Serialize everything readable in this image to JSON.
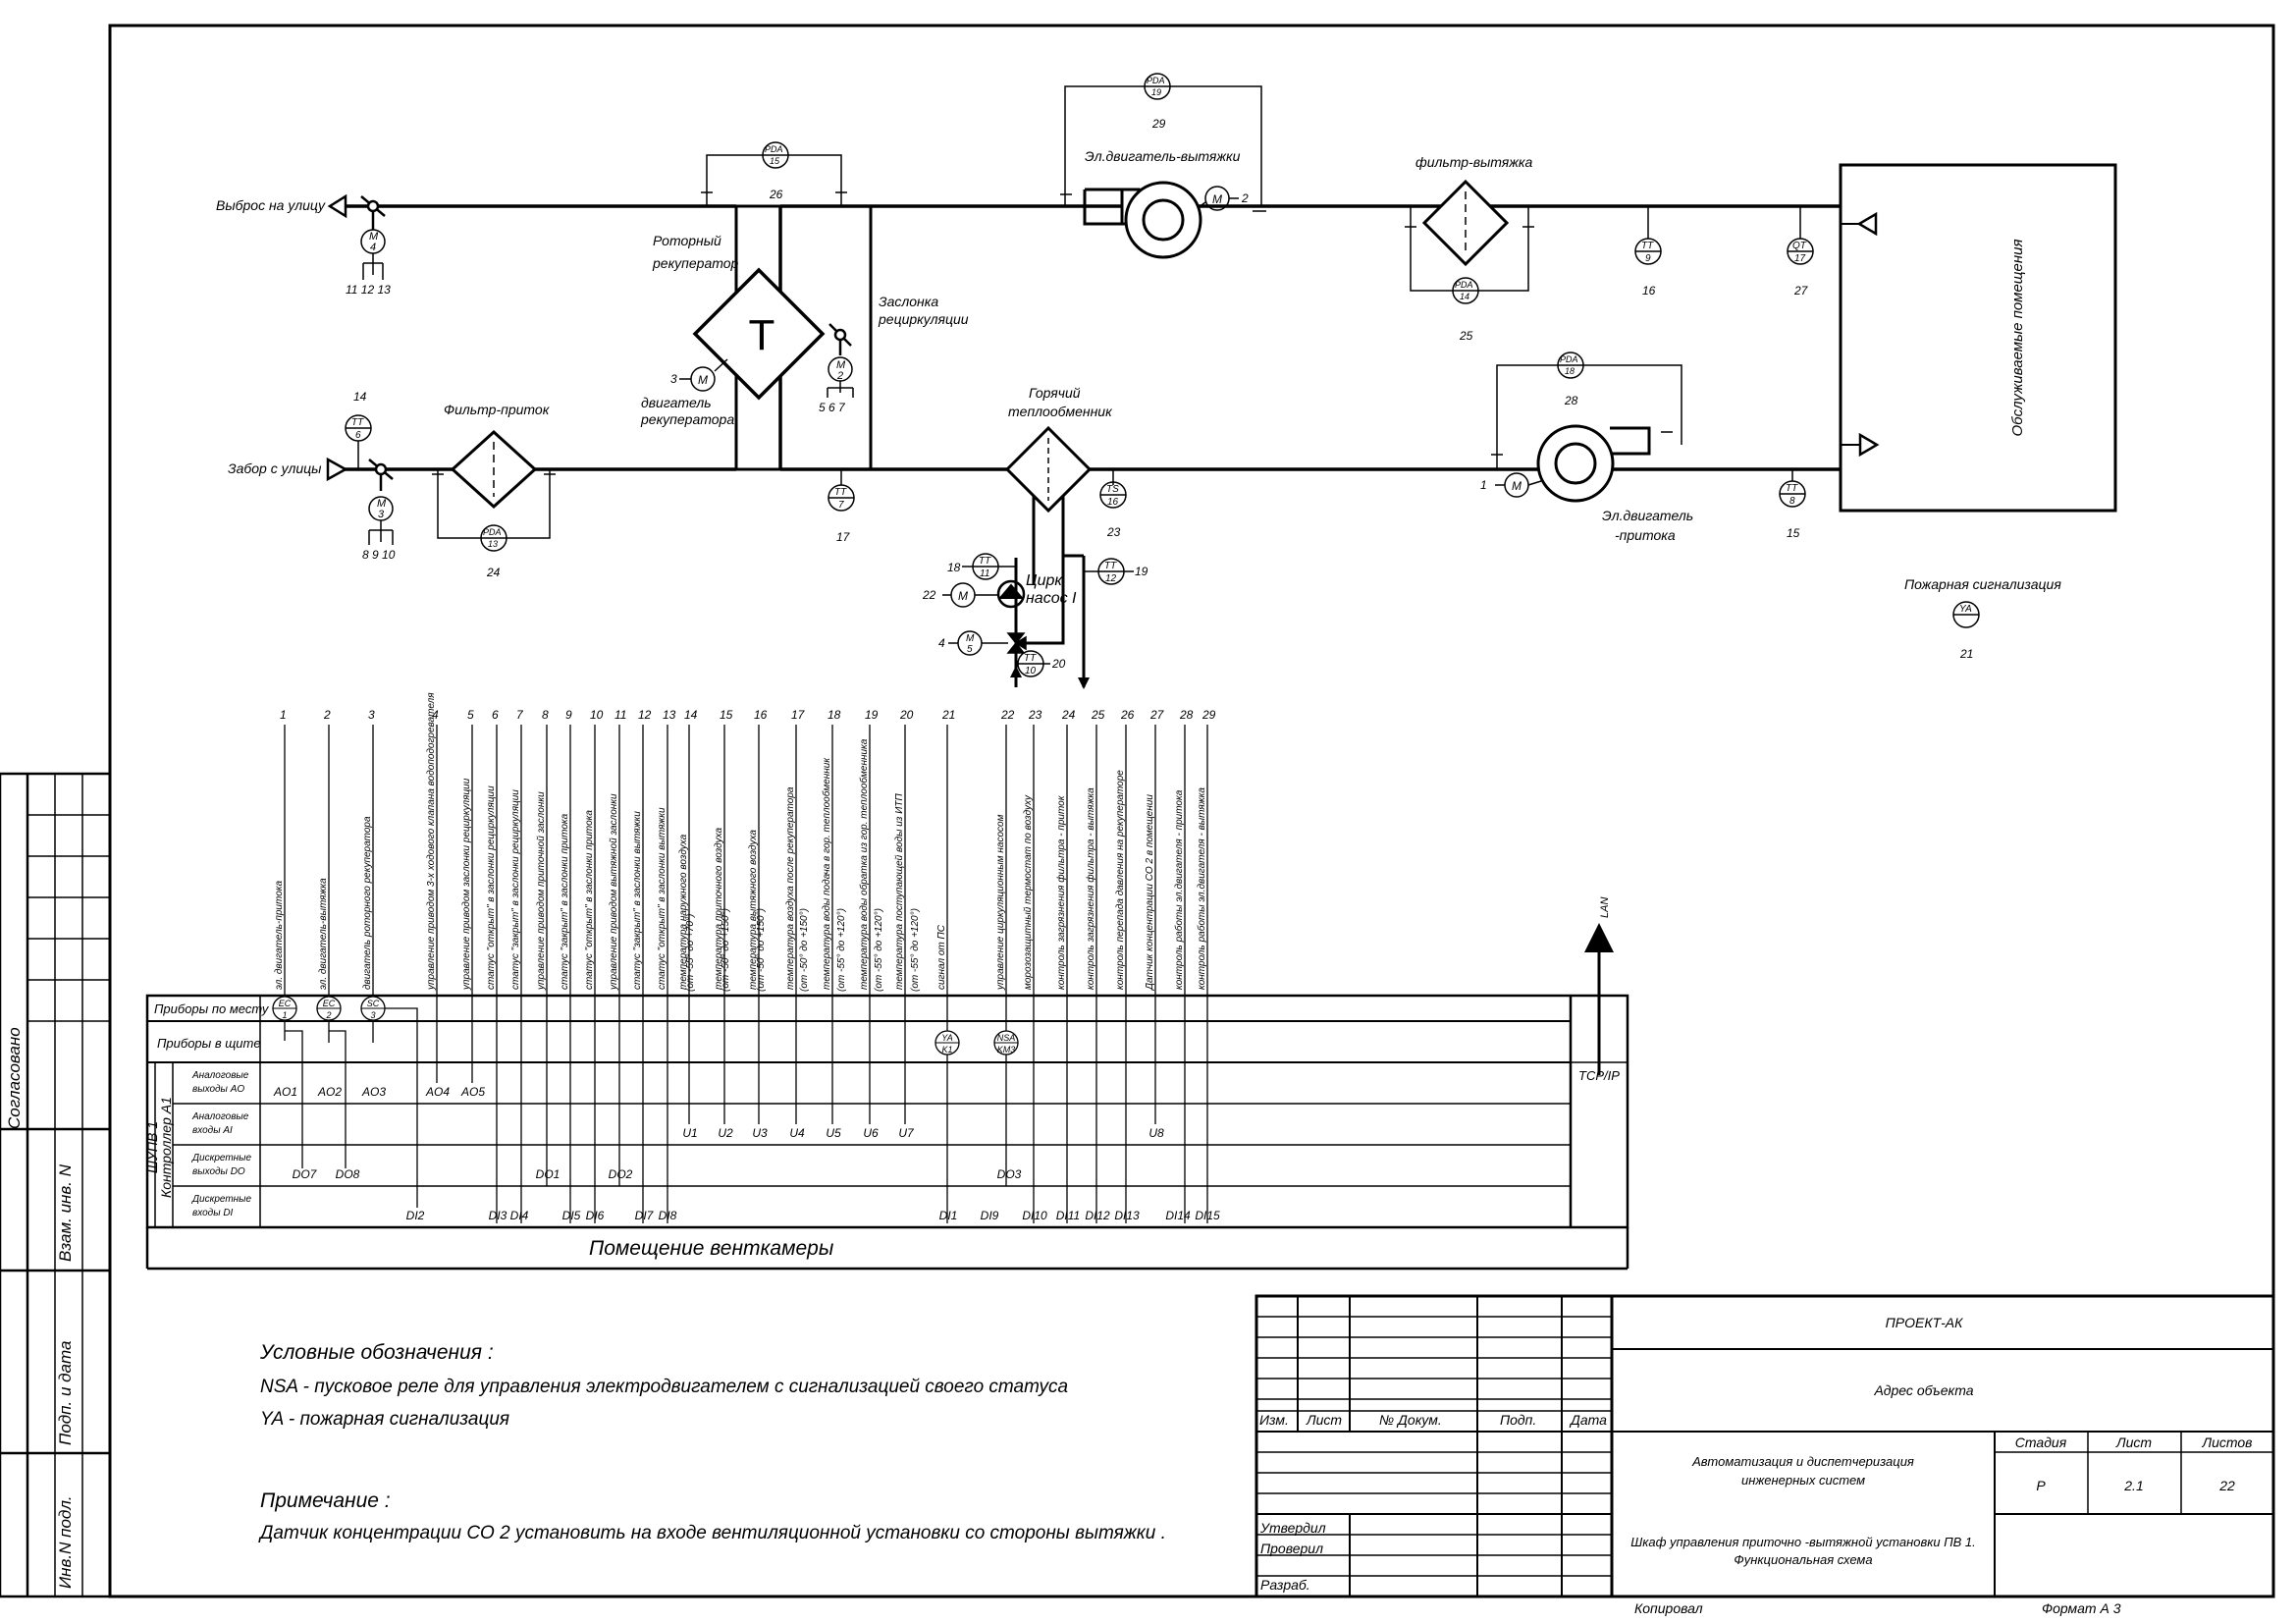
{
  "labels": {
    "exhaust_outside": "Выброс на улицу",
    "intake_outside": "Забор с улицы",
    "filter_supply": "Фильтр-приток",
    "rotary_recuperator": [
      "Роторный",
      "рекуператор"
    ],
    "recuperator_motor": [
      "двигатель",
      "рекуператора"
    ],
    "recirc_damper": [
      "Заслонка",
      "рециркуляции"
    ],
    "exhaust_motor": "Эл.двигатель-вытяжки",
    "filter_exhaust": "фильтр-вытяжка",
    "hot_exchanger": [
      "Горячий",
      "теплообменник"
    ],
    "circ_pump": [
      "Цирк.",
      "насос I"
    ],
    "supply_motor": [
      "Эл.двигатель",
      "-притока"
    ],
    "served_room": "Обслуживаемые помещения",
    "fire_alarm": "Пожарная сигнализация",
    "room_ventchamber": "Помещение  венткамеры",
    "lan": "LAN",
    "tcpip": "TCP/IP",
    "recuperator_symbol": "T"
  },
  "instruments": {
    "pda19": [
      "PDA",
      "19"
    ],
    "pda19_n": "29",
    "pda15": [
      "PDA",
      "15"
    ],
    "pda15_n": "26",
    "pda14": [
      "PDA",
      "14"
    ],
    "pda14_n": "25",
    "pda13": [
      "PDA",
      "13"
    ],
    "pda13_n": "24",
    "pda18": [
      "PDA",
      "18"
    ],
    "pda18_n": "28",
    "tt9": [
      "TT",
      "9"
    ],
    "tt9_n": "16",
    "qt17": [
      "QT",
      "17"
    ],
    "qt17_n": "27",
    "tt6": [
      "TT",
      "6"
    ],
    "tt6_n": "14",
    "tt7": [
      "TT",
      "7"
    ],
    "tt7_n": "17",
    "ts16": [
      "TS",
      "16"
    ],
    "ts16_n": "23",
    "tt8": [
      "TT",
      "8"
    ],
    "tt8_n": "15",
    "tt11": [
      "TT",
      "11"
    ],
    "tt11_n": "18",
    "tt12": [
      "TT",
      "12"
    ],
    "tt12_n": "19",
    "tt10": [
      "TT",
      "10"
    ],
    "tt10_n": "20",
    "ya21": [
      "YA",
      "21"
    ],
    "ya21_n": "21",
    "m4": [
      "M",
      "4"
    ],
    "m4_n": "11 12 13",
    "m3": [
      "M",
      "3"
    ],
    "m3_n": "8   9  10",
    "m2": [
      "M",
      "2"
    ],
    "m2_n": "5   6  7",
    "m_rec_n": "3",
    "m_exh_n": "2",
    "m_sup_n": "1",
    "m_pump_n": "22",
    "m5": [
      "M",
      "5"
    ],
    "m5_n": "4",
    "motor": "M"
  },
  "columns": {
    "numbers": [
      "1",
      "2",
      "3",
      "4",
      "5",
      "6",
      "7",
      "8",
      "9",
      "10",
      "11",
      "12",
      "13",
      "14",
      "15",
      "16",
      "17",
      "18",
      "19",
      "20",
      "21",
      "22",
      "23",
      "24",
      "25",
      "26",
      "27",
      "28",
      "29"
    ],
    "descriptions": [
      "эл. двигатель-притока",
      "эл. двигатель-вытяжка",
      "двигатель роторного рекуператора",
      "управление приводом 3-х ходового клапана водоподогревателя",
      "управление приводом заслонки рециркуляции",
      "статус \"открыт\" в заслонки рециркуляции",
      "статус \"закрыт\" в заслонки рециркуляции",
      "управление приводом приточной заслонки",
      "статус \"закрыт\" в заслонки притока",
      "статус \"открыт\" в заслонки притока",
      "управление приводом вытяжной заслонки",
      "статус \"закрыт\" в заслонки вытяжки",
      "статус \"открыт\" в заслонки вытяжки",
      "температура наружного воздуха",
      "температура приточного воздуха",
      "температура вытяжного воздуха",
      "температура воздуха после рекуператора",
      "температура воды подача в гор. теплообменник",
      "температура воды обратка из гор. теплообменника",
      "температура поступающей воды из ИТП",
      "сигнал от ПС",
      "управление циркуляционным насосом",
      "морозозащитный термостат по воздуху",
      "контроль загрязнения фильтра - приток",
      "контроль загрязнения фильтра - вытяжка",
      "контроль перепада давления на рекуператоре",
      "Датчик концентрации CO 2 в помещении",
      "контроль работы эл.двигателя - притока",
      "контроль работы эл.двигателя - вытяжка"
    ],
    "ranges": {
      "c14": "(от -55° до +70°)",
      "c15": "(от -50° до +150°)",
      "c16": "(от -50° до +150°)",
      "c17": "(от -50° до +150°)",
      "c18": "(от -55° до +120°)",
      "c19": "(от -55° до +120°)",
      "c20": "(от -55° до +120°)"
    }
  },
  "table": {
    "row_local": "Приборы по месту",
    "row_panel": "Приборы в щите",
    "row_ao": [
      "Аналоговые",
      "выходы AO"
    ],
    "row_ai": [
      "Аналоговые",
      "входы AI"
    ],
    "row_do": [
      "Дискретные",
      "выходы DO"
    ],
    "row_di": [
      "Дискретные",
      "входы DI"
    ],
    "cabinet": "ШУПВ 1",
    "controller": "Контроллер A1",
    "local_devices": [
      [
        "EC",
        "1"
      ],
      [
        "EC",
        "2"
      ],
      [
        "SC",
        "3"
      ]
    ],
    "panel_devices": [
      [
        "YA",
        "K1"
      ],
      [
        "NSA",
        "KM3"
      ]
    ],
    "ao": [
      "AO1",
      "AO2",
      "AO3",
      "AO4",
      "AO5"
    ],
    "ai": [
      "U1",
      "U2",
      "U3",
      "U4",
      "U5",
      "U6",
      "U7",
      "U8"
    ],
    "do": [
      "DO7",
      "DO8",
      "DO1",
      "DO2",
      "DO3"
    ],
    "di": [
      "DI2",
      "DI3",
      "DI4",
      "DI5",
      "DI6",
      "DI7",
      "DI8",
      "DI1",
      "DI9",
      "DI10",
      "DI11",
      "DI12",
      "DI13",
      "DI14",
      "DI15"
    ]
  },
  "legend": {
    "title": "Условные обозначения :",
    "nsa": "NSA -  пусковое реле для управления электродвигателем с сигнализацией своего статуса",
    "ya": "YA -  пожарная сигнализация",
    "note_title": "Примечание :",
    "note": "Датчик концентрации CO 2  установить на входе вентиляционной установки со стороны вытяжки ."
  },
  "side_stamp": {
    "agreed": "Согласовано",
    "swap_inv": "Взам. инв. N",
    "sign_date": "Подп. и дата",
    "inv_orig": "Инв.N подл."
  },
  "title_block": {
    "project": "ПРОЕКТ-АК",
    "address": "Адрес объекта",
    "izm": "Изм.",
    "list": "Лист",
    "doc_no": "№ Докум.",
    "sign": "Подп.",
    "date": "Дата",
    "system": [
      "Автоматизация и диспетчеризация",
      "инженерных систем"
    ],
    "stage_h": "Стадия",
    "sheet_h": "Лист",
    "sheets_h": "Листов",
    "stage": "Р",
    "sheet": "2.1",
    "sheets": "22",
    "approved": "Утвердил",
    "checked": "Проверил",
    "developed": "Разраб.",
    "drawing": [
      "Шкаф управления приточно -вытяжной установки ПВ 1.",
      "Функциональная схема"
    ],
    "copied": "Копировал",
    "format": "Формат А 3"
  }
}
